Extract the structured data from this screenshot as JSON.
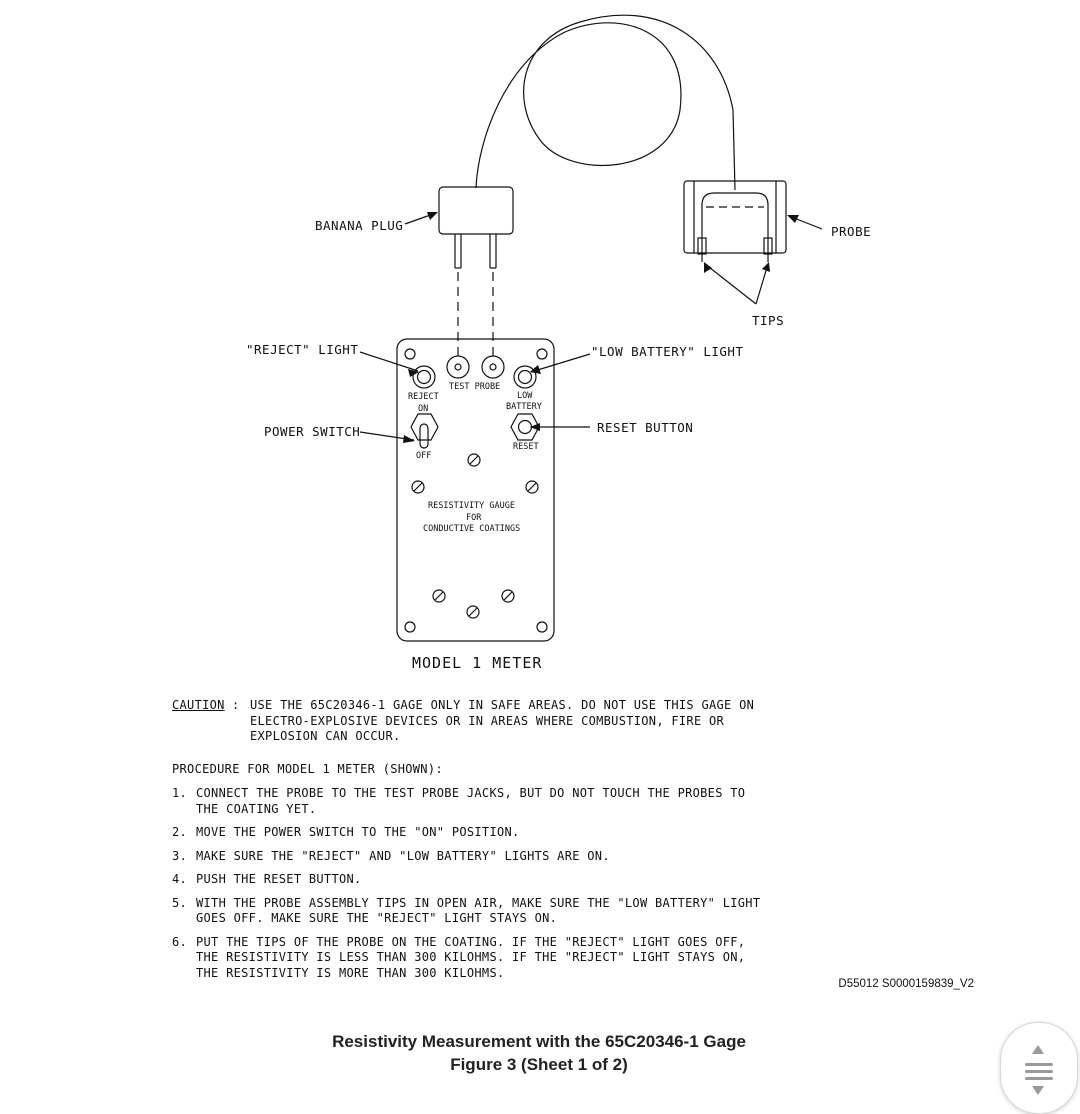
{
  "labels": {
    "banana_plug": "BANANA PLUG",
    "probe": "PROBE",
    "tips": "TIPS",
    "reject_light": "\"REJECT\" LIGHT",
    "low_battery_light": "\"LOW BATTERY\" LIGHT",
    "power_switch": "POWER SWITCH",
    "reset_button": "RESET BUTTON"
  },
  "meter": {
    "test_probe": "TEST PROBE",
    "reject": "REJECT",
    "on": "ON",
    "low": "LOW",
    "battery": "BATTERY",
    "off": "OFF",
    "reset": "RESET",
    "gauge_line1": "RESISTIVITY GAUGE",
    "gauge_line2": "FOR",
    "gauge_line3": "CONDUCTIVE COATINGS",
    "model": "MODEL 1 METER"
  },
  "caution": {
    "word": "CAUTION",
    "colon": ":",
    "text": "USE THE 65C20346-1 GAGE ONLY IN SAFE AREAS.  DO NOT USE THIS GAGE ON ELECTRO-EXPLOSIVE DEVICES OR IN AREAS WHERE COMBUSTION, FIRE OR EXPLOSION CAN OCCUR."
  },
  "procedure": {
    "title": "PROCEDURE FOR MODEL 1 METER (SHOWN):",
    "steps": [
      {
        "num": "1.",
        "text": "CONNECT THE PROBE TO THE TEST PROBE JACKS, BUT DO NOT TOUCH THE PROBES TO THE COATING YET."
      },
      {
        "num": "2.",
        "text": "MOVE THE POWER SWITCH TO THE \"ON\" POSITION."
      },
      {
        "num": "3.",
        "text": "MAKE SURE THE \"REJECT\" AND \"LOW BATTERY\" LIGHTS ARE ON."
      },
      {
        "num": "4.",
        "text": "PUSH THE RESET BUTTON."
      },
      {
        "num": "5.",
        "text": "WITH THE PROBE ASSEMBLY TIPS IN OPEN AIR, MAKE SURE THE \"LOW BATTERY\" LIGHT GOES OFF. MAKE SURE THE \"REJECT\" LIGHT STAYS ON."
      },
      {
        "num": "6.",
        "text": "PUT THE TIPS OF THE PROBE ON THE COATING. IF THE \"REJECT\" LIGHT GOES OFF, THE RESISTIVITY IS LESS THAN 300 KILOHMS. IF THE \"REJECT\" LIGHT STAYS ON, THE RESISTIVITY IS MORE THAN 300 KILOHMS."
      }
    ]
  },
  "drawing_code": "D55012 S0000159839_V2",
  "caption": {
    "line1": "Resistivity Measurement with the 65C20346-1 Gage",
    "line2": "Figure 3  (Sheet 1 of 2)"
  },
  "scroll_control": {
    "up_icon": "triangle-up-icon",
    "handle_icon": "three-lines-icon",
    "down_icon": "triangle-down-icon"
  }
}
